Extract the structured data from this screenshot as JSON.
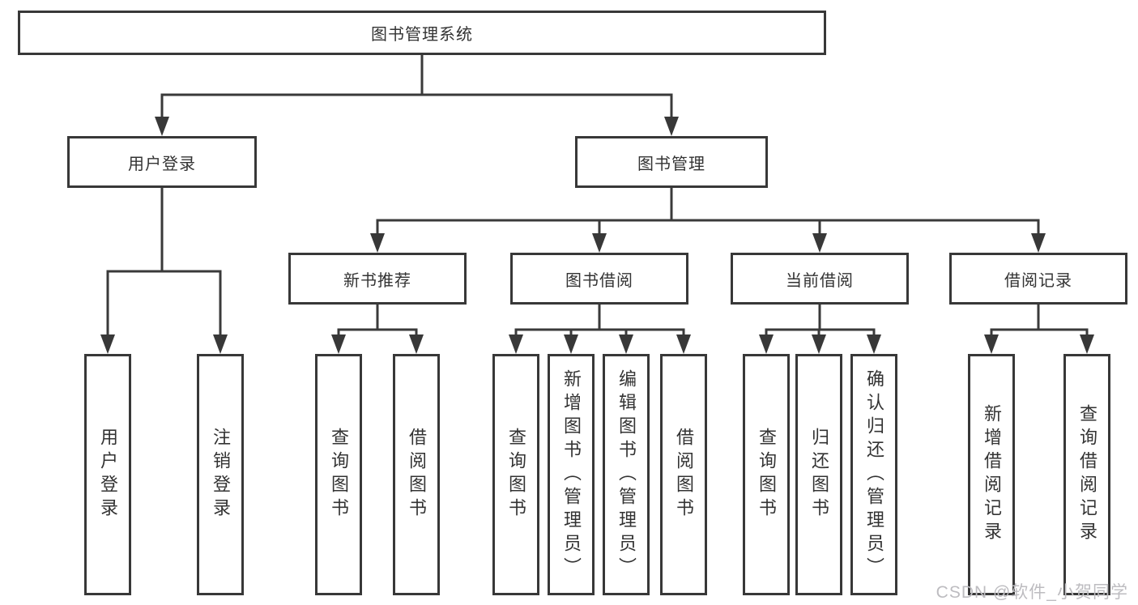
{
  "tree": {
    "label": "图书管理系统",
    "children": [
      {
        "label": "用户登录",
        "children": [
          {
            "label": "用户登录"
          },
          {
            "label": "注销登录"
          }
        ]
      },
      {
        "label": "图书管理",
        "children": [
          {
            "label": "新书推荐",
            "children": [
              {
                "label": "查询图书"
              },
              {
                "label": "借阅图书"
              }
            ]
          },
          {
            "label": "图书借阅",
            "children": [
              {
                "label": "查询图书"
              },
              {
                "label": "新增图书（管理员）"
              },
              {
                "label": "编辑图书（管理员）"
              },
              {
                "label": "借阅图书"
              }
            ]
          },
          {
            "label": "当前借阅",
            "children": [
              {
                "label": "查询图书"
              },
              {
                "label": "归还图书"
              },
              {
                "label": "确认归还（管理员）"
              }
            ]
          },
          {
            "label": "借阅记录",
            "children": [
              {
                "label": "新增借阅记录"
              },
              {
                "label": "查询借阅记录"
              }
            ]
          }
        ]
      }
    ]
  },
  "watermark": {
    "text": "CSDN @软件_小贺同学",
    "color": "#bdbcc0"
  },
  "appearance": {
    "line_color": "#3a3a3a",
    "border_color": "#383838",
    "text_color": "#333333",
    "background": "#ffffff"
  }
}
